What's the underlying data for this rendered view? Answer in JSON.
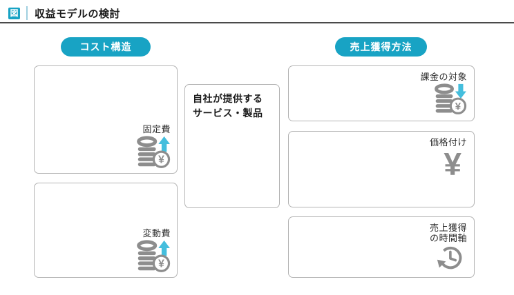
{
  "header": {
    "badge": "図",
    "title": "収益モデルの検討"
  },
  "colors": {
    "teal": "#18a3c4",
    "arrow_teal": "#44bedd",
    "icon_gray": "#8d8d8d",
    "box_border": "#b3b3b3",
    "header_rule": "#4a4a4a"
  },
  "left_section": {
    "pill_label": "コスト構造",
    "boxes": [
      {
        "label": "固定費",
        "icon": "coins-yen-up-icon"
      },
      {
        "label": "変動費",
        "icon": "coins-yen-up-icon"
      }
    ]
  },
  "center_box": {
    "line1": "自社が提供する",
    "line2": "サービス・製品"
  },
  "right_section": {
    "pill_label": "売上獲得方法",
    "boxes": [
      {
        "label": "課金の対象",
        "icon": "coins-yen-down-icon"
      },
      {
        "label": "価格付け",
        "icon": "yen-icon",
        "glyph": "¥"
      },
      {
        "label_line1": "売上獲得",
        "label_line2": "の時間軸",
        "icon": "history-clock-icon"
      }
    ]
  }
}
